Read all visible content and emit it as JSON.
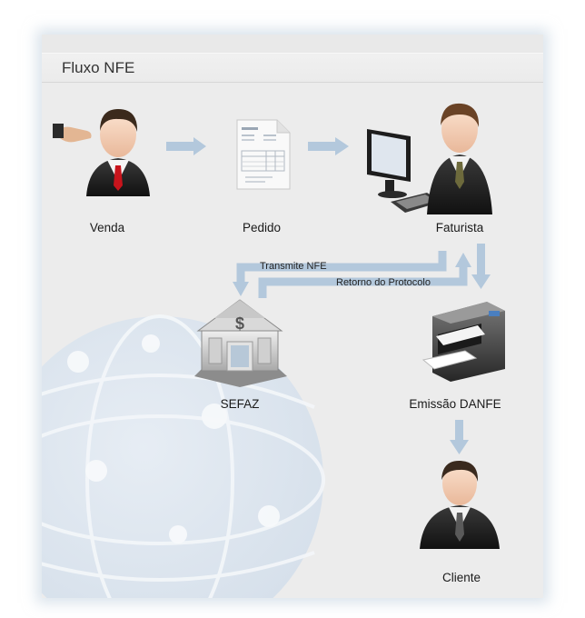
{
  "title": "Fluxo NFE",
  "nodes": {
    "venda": "Venda",
    "pedido": "Pedido",
    "faturista": "Faturista",
    "sefaz": "SEFAZ",
    "emissao": "Emissão DANFE",
    "cliente": "Cliente"
  },
  "edges": {
    "transmite": "Transmite NFE",
    "retorno": "Retorno do Protocolo"
  },
  "icons": {
    "venda": "handshake-businessman-icon",
    "pedido": "invoice-document-icon",
    "faturista": "computer-operator-icon",
    "sefaz": "bank-building-icon",
    "emissao": "printer-icon",
    "cliente": "businessman-icon"
  },
  "colors": {
    "arrow": "#b3c8dc",
    "panel": "#ececec"
  }
}
